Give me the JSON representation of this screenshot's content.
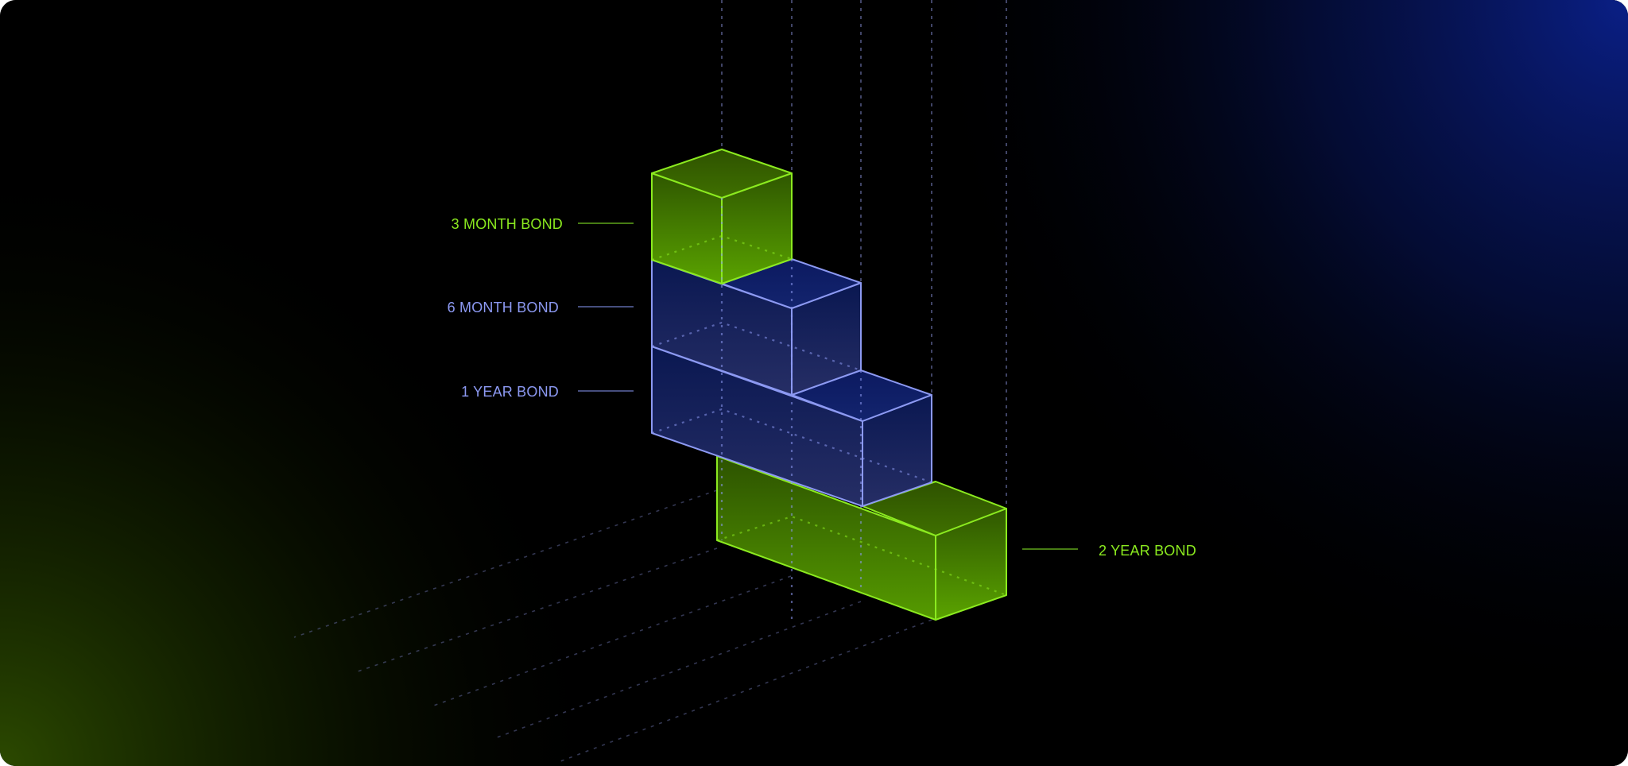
{
  "colors": {
    "background": "#000000",
    "green_stroke": "#8bea1f",
    "green_fill_top": "#2f5700",
    "green_fill_bottom": "#5aa300",
    "blue_stroke": "#8c99f2",
    "blue_fill_top": "#0b1a5a",
    "blue_fill_bottom": "#2a3370",
    "guide_line": "#5e6496",
    "glow_blue": "#0a1f86",
    "glow_green": "#2c4a00"
  },
  "labels": {
    "three_month": "3 MONTH BOND",
    "six_month": "6 MONTH BOND",
    "one_year": "1 YEAR BOND",
    "two_year": "2 YEAR BOND"
  }
}
